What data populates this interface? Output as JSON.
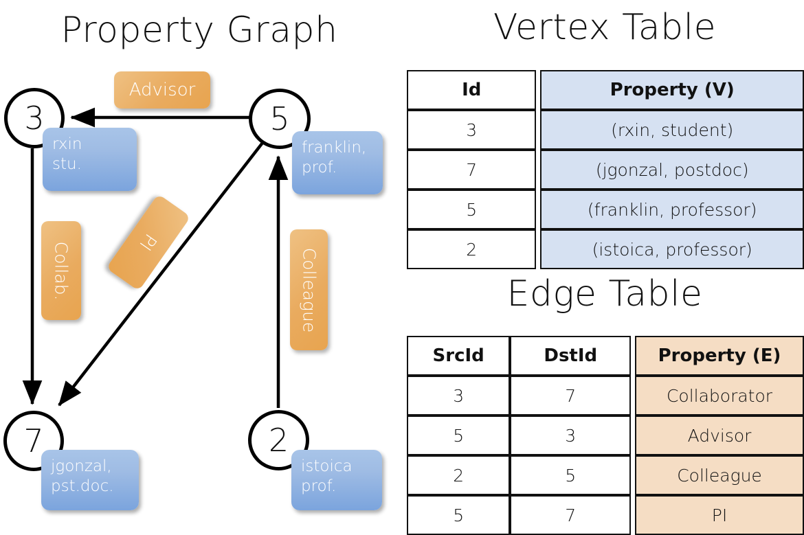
{
  "titles": {
    "property_graph": "Property Graph",
    "vertex_table": "Vertex Table",
    "edge_table": "Edge Table"
  },
  "graph": {
    "nodes": [
      {
        "id": "3",
        "property": "rxin\nstu."
      },
      {
        "id": "5",
        "property": "franklin,\nprof."
      },
      {
        "id": "7",
        "property": "jgonzal,\npst.doc."
      },
      {
        "id": "2",
        "property": "istoica\nprof."
      }
    ],
    "edge_labels": {
      "advisor": "Advisor",
      "collab": "Collab.",
      "pi": "PI",
      "colleague": "Colleague"
    }
  },
  "vertex_table": {
    "headers": [
      "Id",
      "Property (V)"
    ],
    "rows": [
      {
        "id": "3",
        "property": "(rxin, student)"
      },
      {
        "id": "7",
        "property": "(jgonzal, postdoc)"
      },
      {
        "id": "5",
        "property": "(franklin, professor)"
      },
      {
        "id": "2",
        "property": "(istoica, professor)"
      }
    ]
  },
  "edge_table": {
    "headers": [
      "SrcId",
      "DstId",
      "Property (E)"
    ],
    "rows": [
      {
        "src": "3",
        "dst": "7",
        "property": "Collaborator"
      },
      {
        "src": "5",
        "dst": "3",
        "property": "Advisor"
      },
      {
        "src": "2",
        "dst": "5",
        "property": "Colleague"
      },
      {
        "src": "5",
        "dst": "7",
        "property": "PI"
      }
    ]
  },
  "colors": {
    "vertex_property_fill": "#d6e1f2",
    "edge_property_fill": "#f5ddc4",
    "node_box_blue": "#7ba4dd",
    "edge_label_orange": "#e8a44f",
    "stroke": "#111111"
  }
}
